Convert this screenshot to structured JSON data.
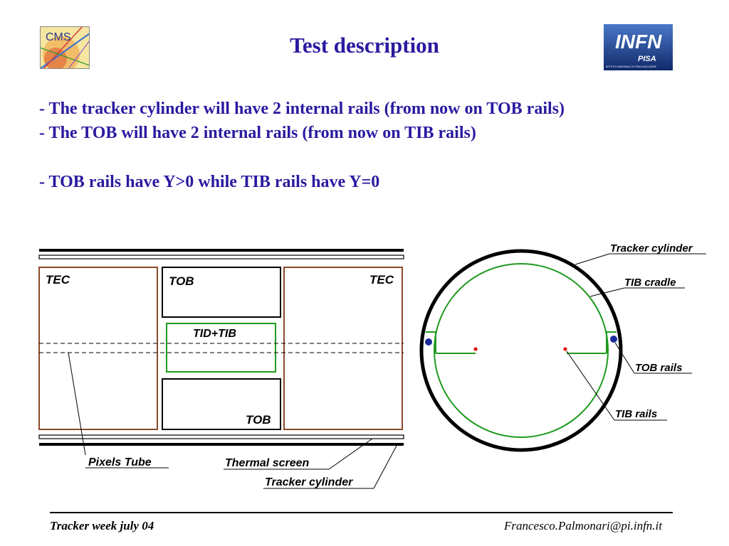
{
  "slide": {
    "title": "Test description",
    "bullets": [
      "- The tracker cylinder will have 2 internal rails (from now on TOB rails)",
      "- The TOB will have 2 internal rails (from now on TIB rails)",
      "- TOB rails have Y>0 while TIB rails have Y=0"
    ]
  },
  "logos": {
    "left_text": "CMS",
    "right_text": "INFN",
    "right_subtext": "PISA",
    "right_caption": "ISTITUTO NAZIONALE DI FISICA NUCLEARE"
  },
  "side_view": {
    "tec_left": "TEC",
    "tec_right": "TEC",
    "tob_top": "TOB",
    "tob_bottom": "TOB",
    "tid_tib": "TID+TIB",
    "pixels_tube": "Pixels Tube",
    "thermal_screen": "Thermal screen",
    "tracker_cylinder": "Tracker cylinder"
  },
  "cross_section": {
    "tracker_cylinder": "Tracker cylinder",
    "tib_cradle": "TIB cradle",
    "tob_rails": "TOB rails",
    "tib_rails": "TIB rails"
  },
  "footer": {
    "left": "Tracker week july 04",
    "right": "Francesco.Palmonari@pi.infn.it"
  },
  "colors": {
    "title": "#2a1aa0",
    "tec_box": "#8b4a2a",
    "tib_cradle": "#1e9a1e",
    "tob_rail_dot": "#1a2a9a",
    "tib_rail_dot": "#e01010"
  }
}
